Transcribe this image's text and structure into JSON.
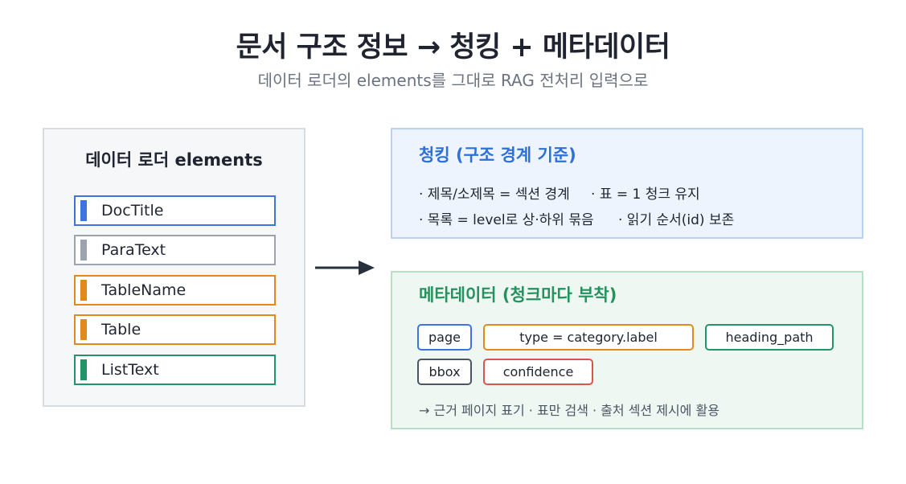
{
  "header": {
    "title": "문서 구조 정보  →  청킹 + 메타데이터",
    "subtitle": "데이터 로더의 elements를 그대로 RAG 전처리 입력으로"
  },
  "loader_panel": {
    "title": "데이터 로더 elements",
    "items": [
      {
        "label": "DocTitle",
        "color": "#3f73e0"
      },
      {
        "label": "ParaText",
        "color": "#9ca3af"
      },
      {
        "label": "TableName",
        "color": "#e08a1e"
      },
      {
        "label": "Table",
        "color": "#e08a1e"
      },
      {
        "label": "ListText",
        "color": "#23936a"
      }
    ]
  },
  "flow_arrow": {
    "icon": "right-arrow-icon",
    "color": "#27303d"
  },
  "chunking_panel": {
    "title": "청킹 (구조 경계 기준)",
    "rules": [
      "· 제목/소제목 = 섹션 경계",
      "· 표 = 1 청크 유지",
      "· 목록 = level로 상·하위 묶음",
      "· 읽기 순서(id) 보존"
    ]
  },
  "metadata_panel": {
    "title": "메타데이터 (청크마다 부착)",
    "tags": [
      {
        "label": "page",
        "color": "#3f73e0"
      },
      {
        "label": "type = category.label",
        "color": "#e08a1e"
      },
      {
        "label": "heading_path",
        "color": "#23936a"
      },
      {
        "label": "bbox",
        "color": "#4b5563"
      },
      {
        "label": "confidence",
        "color": "#d9534f"
      }
    ],
    "note": "→ 근거 페이지 표기 · 표만 검색 · 출처 섹션 제시에 활용"
  }
}
